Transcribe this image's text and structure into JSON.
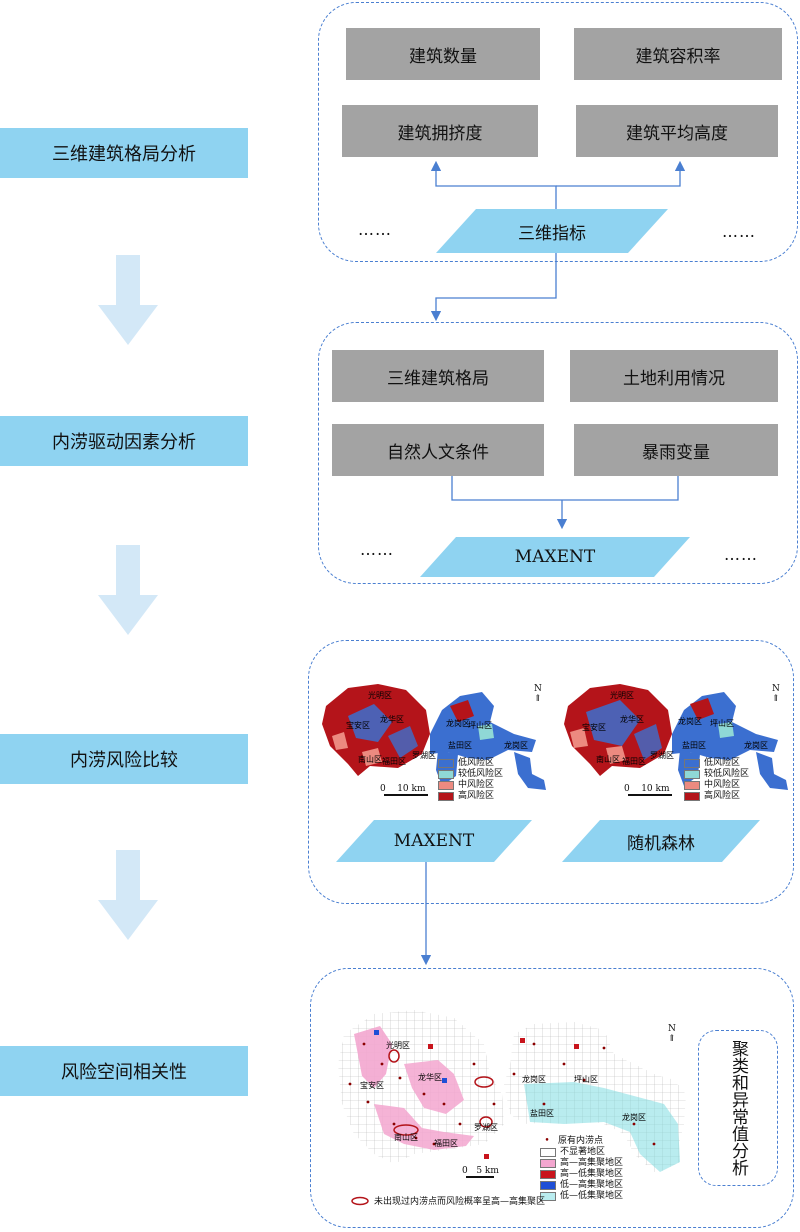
{
  "stages": [
    {
      "label": "三维建筑格局分析"
    },
    {
      "label": "内涝驱动因素分析"
    },
    {
      "label": "内涝风险比较"
    },
    {
      "label": "风险空间相关性"
    }
  ],
  "panel1": {
    "boxes": [
      "建筑数量",
      "建筑容积率",
      "建筑拥挤度",
      "建筑平均高度"
    ],
    "ellipsis": "……",
    "index_label": "三维指标"
  },
  "panel2": {
    "boxes": [
      "三维建筑格局",
      "土地利用情况",
      "自然人文条件",
      "暴雨变量"
    ],
    "ellipsis": "……",
    "model_label": "MAXENT"
  },
  "panel3": {
    "districts": [
      "光明区",
      "宝安区",
      "龙华区",
      "龙岗区",
      "坪山区",
      "盐田区",
      "南山区",
      "福田区",
      "罗湖区"
    ],
    "districts_right": [
      "光明区",
      "宝安区",
      "龙华区",
      "龙岗区",
      "坪山区",
      "盐田区",
      "南山区",
      "福田区",
      "罗湖区"
    ],
    "legend": [
      {
        "label": "低风险区",
        "color": "#3b6fd0"
      },
      {
        "label": "较低风险区",
        "color": "#8fd8d6"
      },
      {
        "label": "中风险区",
        "color": "#ec8a80"
      },
      {
        "label": "高风险区",
        "color": "#b4141a"
      }
    ],
    "scale": {
      "zero": "0",
      "dist": "10 km"
    },
    "model_left": "MAXENT",
    "model_right": "随机森林",
    "north": "N"
  },
  "panel4": {
    "districts": [
      "光明区",
      "宝安区",
      "龙华区",
      "龙岗区",
      "坪山区",
      "盐田区",
      "南山区",
      "福田区",
      "罗湖区"
    ],
    "legend": [
      {
        "label": "原有内涝点",
        "color": "#8b0000"
      },
      {
        "label": "不显著地区",
        "color": "#ffffff"
      },
      {
        "label": "高—高集聚地区",
        "color": "#f3a6cf"
      },
      {
        "label": "高—低集聚地区",
        "color": "#c8141c"
      },
      {
        "label": "低—高集聚地区",
        "color": "#1f4fd6"
      },
      {
        "label": "低—低集聚地区",
        "color": "#b9ecef"
      }
    ],
    "scale": {
      "zero": "0",
      "dist": "5 km"
    },
    "note": "未出现过内涝点而风险概率呈高—高集聚区",
    "side_label": "聚类和异常值分析",
    "north": "N"
  }
}
